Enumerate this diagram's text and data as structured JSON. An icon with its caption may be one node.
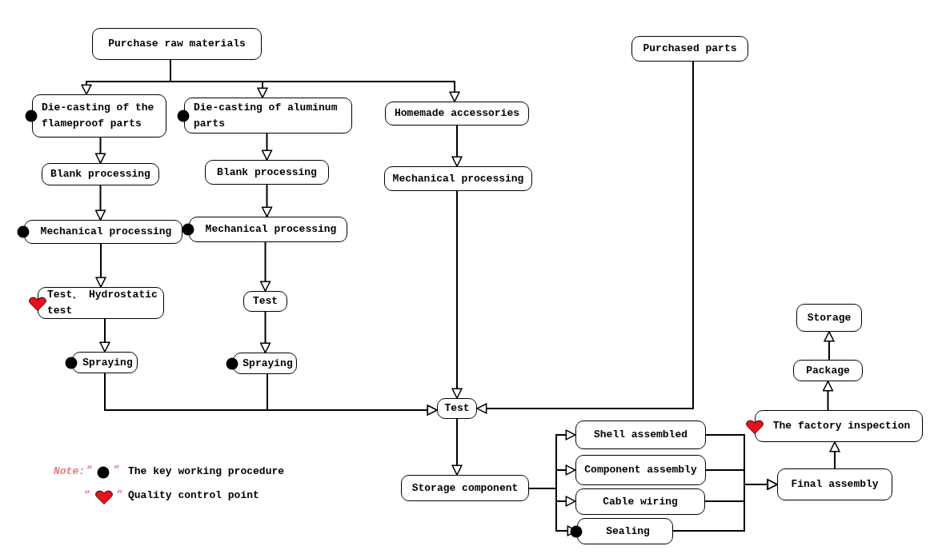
{
  "diagram": {
    "nodes": [
      {
        "text": [
          "Purchase raw materials"
        ]
      },
      {
        "text": [
          "Die-casting of the flameproof parts"
        ]
      },
      {
        "text": [
          "Die-casting of aluminum parts"
        ]
      },
      {
        "text": [
          "Homemade accessories"
        ]
      },
      {
        "text": [
          "Purchased parts"
        ]
      },
      {
        "text": [
          "Blank processing"
        ]
      },
      {
        "text": [
          "Blank processing"
        ]
      },
      {
        "text": [
          "Mechanical processing"
        ]
      },
      {
        "text": [
          "Mechanical processing"
        ]
      },
      {
        "text": [
          "Mechanical processing"
        ]
      },
      {
        "text": [
          "Test、 Hydrostatic test"
        ]
      },
      {
        "text": [
          "Test"
        ]
      },
      {
        "text": [
          "Spraying"
        ]
      },
      {
        "text": [
          "Spraying"
        ]
      },
      {
        "text": [
          "Test"
        ]
      },
      {
        "text": [
          "Storage component"
        ]
      },
      {
        "text": [
          "Shell assembled"
        ]
      },
      {
        "text": [
          "Component assembly"
        ]
      },
      {
        "text": [
          "Cable wiring"
        ]
      },
      {
        "text": [
          "Sealing"
        ]
      },
      {
        "text": [
          "Final assembly"
        ]
      },
      {
        "text": [
          "The factory inspection"
        ]
      },
      {
        "text": [
          "Package"
        ]
      },
      {
        "text": [
          "Storage"
        ]
      }
    ],
    "edges": [
      {
        "from": 0,
        "to": 1,
        "arrow": "to"
      },
      {
        "from": 0,
        "to": 2,
        "arrow": "to"
      },
      {
        "from": 0,
        "to": 3,
        "arrow": "to"
      },
      {
        "from": 1,
        "to": 5,
        "arrow": "to"
      },
      {
        "from": 5,
        "to": 8,
        "arrow": "to"
      },
      {
        "from": 8,
        "to": 10,
        "arrow": "to"
      },
      {
        "from": 10,
        "to": 12,
        "arrow": "to"
      },
      {
        "from": 12,
        "to": 14,
        "arrow": "to"
      },
      {
        "from": 2,
        "to": 6,
        "arrow": "to"
      },
      {
        "from": 6,
        "to": 9,
        "arrow": "to"
      },
      {
        "from": 9,
        "to": 11,
        "arrow": "to"
      },
      {
        "from": 11,
        "to": 13,
        "arrow": "to"
      },
      {
        "from": 13,
        "to": 14,
        "arrow": "to"
      },
      {
        "from": 3,
        "to": 7,
        "arrow": "to"
      },
      {
        "from": 7,
        "to": 14,
        "arrow": "to"
      },
      {
        "from": 4,
        "to": 14,
        "arrow": "to"
      },
      {
        "from": 14,
        "to": 15,
        "arrow": "to"
      },
      {
        "from": 15,
        "to": 16,
        "arrow": "to"
      },
      {
        "from": 15,
        "to": 17,
        "arrow": "to"
      },
      {
        "from": 15,
        "to": 18,
        "arrow": "to"
      },
      {
        "from": 15,
        "to": 19,
        "arrow": "to"
      },
      {
        "from": 16,
        "to": 20,
        "arrow": "to"
      },
      {
        "from": 17,
        "to": 20,
        "arrow": "to"
      },
      {
        "from": 18,
        "to": 20,
        "arrow": "to"
      },
      {
        "from": 19,
        "to": 20,
        "arrow": "to"
      },
      {
        "from": 20,
        "to": 21,
        "arrow": "to"
      },
      {
        "from": 21,
        "to": 22,
        "arrow": "to"
      },
      {
        "from": 22,
        "to": 23,
        "arrow": "to"
      }
    ],
    "labels": [
      "Note:",
      "“",
      "”",
      "“",
      "”"
    ],
    "legend": [
      {
        "text": "The key working procedure"
      },
      {
        "text": "Quality control point"
      }
    ]
  }
}
